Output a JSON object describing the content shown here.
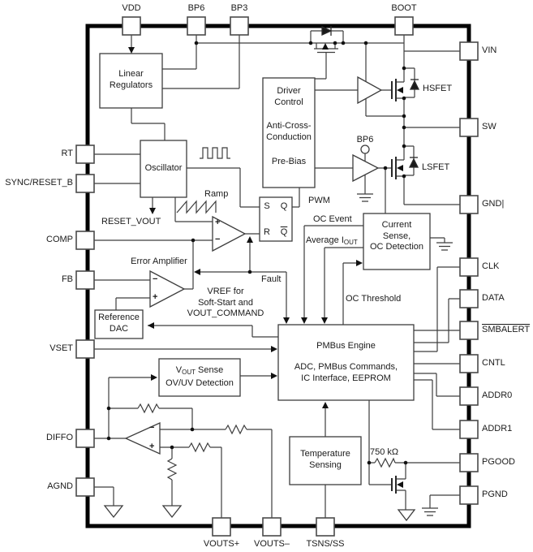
{
  "pins": {
    "top": [
      {
        "label": "VDD"
      },
      {
        "label": "BP6"
      },
      {
        "label": "BP3"
      },
      {
        "label": "BOOT"
      }
    ],
    "left": [
      {
        "label": "RT"
      },
      {
        "label": "SYNC/RESET_B"
      },
      {
        "label": "COMP"
      },
      {
        "label": "FB"
      },
      {
        "label": "VSET"
      },
      {
        "label": "DIFFO"
      },
      {
        "label": "AGND"
      }
    ],
    "right": [
      {
        "label": "VIN"
      },
      {
        "label": "SW"
      },
      {
        "label": "GND|"
      },
      {
        "label": "CLK"
      },
      {
        "label": "DATA"
      },
      {
        "label": "SMBALERT"
      },
      {
        "label": "CNTL"
      },
      {
        "label": "ADDR0"
      },
      {
        "label": "ADDR1"
      },
      {
        "label": "PGOOD"
      },
      {
        "label": "PGND"
      }
    ],
    "bottom": [
      {
        "label": "VOUTS+"
      },
      {
        "label": "VOUTS–"
      },
      {
        "label": "TSNS/SS"
      }
    ]
  },
  "blocks": {
    "linear_regulators": {
      "line1": "Linear",
      "line2": "Regulators"
    },
    "oscillator": {
      "label": "Oscillator"
    },
    "driver_control": {
      "line1": "Driver",
      "line2": "Control",
      "line3": "Anti-Cross-",
      "line4": "Conduction",
      "line5": "Pre-Bias"
    },
    "latch": {
      "s": "S",
      "q": "Q",
      "r": "R",
      "qbar": "Q"
    },
    "current_sense": {
      "line1": "Current",
      "line2": "Sense,",
      "line3": "OC Detection"
    },
    "reference_dac": {
      "line1": "Reference",
      "line2": "DAC"
    },
    "pmbus": {
      "title": "PMBus Engine",
      "line1": "ADC, PMBus Commands,",
      "line2": "IC Interface, EEPROM"
    },
    "vout_sense": {
      "v": "V",
      "v_sub": "OUT",
      "rest": " Sense",
      "line2": "OV/UV Detection"
    },
    "temperature": {
      "line1": "Temperature",
      "line2": "Sensing"
    }
  },
  "labels": {
    "error_amplifier": "Error Amplifier",
    "ramp": "Ramp",
    "reset_vout": "RESET_VOUT",
    "pwm": "PWM",
    "oc_event": "OC Event",
    "average_i": "Average I",
    "average_i_sub": "OUT",
    "oc_threshold": "OC Threshold",
    "fault": "Fault",
    "vref1": "VREF for",
    "vref2": "Soft-Start and",
    "vref3": "VOUT_COMMAND",
    "bp6_internal": "BP6",
    "hsfet": "HSFET",
    "lsfet": "LSFET",
    "pullup": "750 kΩ",
    "plus": "+",
    "minus": "−"
  },
  "colors": {
    "wire": "#3d3d3d",
    "border": "#000000",
    "background": "#ffffff"
  }
}
